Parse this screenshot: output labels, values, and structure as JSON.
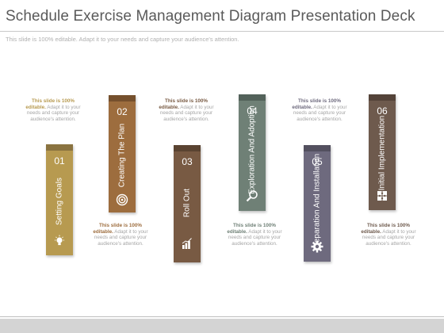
{
  "header": {
    "title": "Schedule Exercise Management Diagram Presentation Deck",
    "subtitle": "This slide is 100% editable. Adapt it to your needs and capture your audience's attention."
  },
  "steps": [
    {
      "number": "01",
      "label": "Setting Goals",
      "icon": "lightbulb-icon",
      "color": "#b79a50",
      "desc": {
        "highlight": "This slide is 100% editable.",
        "rest": "Adapt it to your needs and capture your audience's attention."
      }
    },
    {
      "number": "02",
      "label": "Creating The Plan",
      "icon": "target-icon",
      "color": "#9d6d3e",
      "desc": {
        "highlight": "This slide is 100% editable.",
        "rest": "Adapt it to your needs and capture your audience's attention."
      }
    },
    {
      "number": "03",
      "label": "Roll Out",
      "icon": "bar-chart-icon",
      "color": "#785a43",
      "desc": {
        "highlight": "This slide is 100% editable.",
        "rest": "Adapt it to your needs and capture your audience's attention."
      }
    },
    {
      "number": "04",
      "label": "Exploration And Adoption",
      "icon": "magnifier-icon",
      "color": "#6f8076",
      "desc": {
        "highlight": "This slide is 100% editable.",
        "rest": "Adapt it to your needs and capture your audience's attention."
      }
    },
    {
      "number": "05",
      "label": "Preparation And Installation",
      "icon": "gear-icon",
      "color": "#6e6a7e",
      "desc": {
        "highlight": "This slide is 100% editable.",
        "rest": "Adapt it to your needs and capture your audience's attention."
      }
    },
    {
      "number": "06",
      "label": "Initial Implementation",
      "icon": "puzzle-icon",
      "color": "#6e5a4d",
      "desc": {
        "highlight": "This slide is 100% editable.",
        "rest": "Adapt it to your needs and capture your audience's attention."
      }
    }
  ]
}
